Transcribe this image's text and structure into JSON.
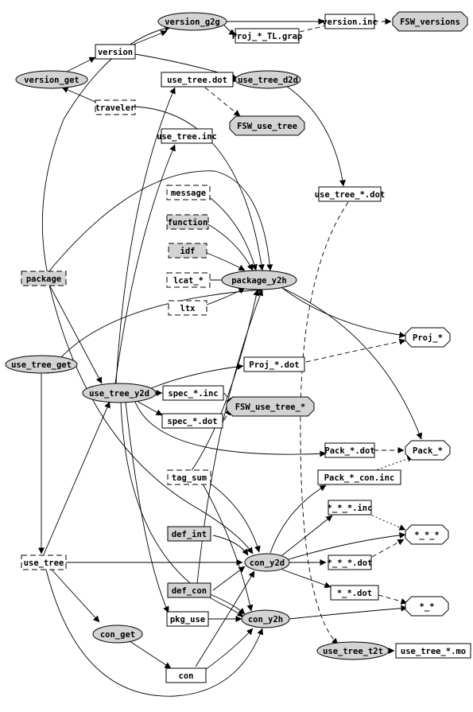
{
  "diagram": {
    "nodes": [
      {
        "id": "version_g2g",
        "label": "version_g2g",
        "shape": "ellipse"
      },
      {
        "id": "version_inc",
        "label": "version.inc",
        "shape": "box"
      },
      {
        "id": "fsw_versions",
        "label": "FSW_versions",
        "shape": "octagon-filled"
      },
      {
        "id": "proj_tl_grap",
        "label": "Proj_*_TL.grap",
        "shape": "box"
      },
      {
        "id": "version",
        "label": "version",
        "shape": "box"
      },
      {
        "id": "version_get",
        "label": "version_get",
        "shape": "ellipse"
      },
      {
        "id": "use_tree_dot",
        "label": "use_tree.dot",
        "shape": "box"
      },
      {
        "id": "use_tree_d2d",
        "label": "use_tree_d2d",
        "shape": "ellipse"
      },
      {
        "id": "traveler",
        "label": "traveler",
        "shape": "box-dashed"
      },
      {
        "id": "fsw_use_tree",
        "label": "FSW_use_tree",
        "shape": "octagon-filled"
      },
      {
        "id": "use_tree_inc",
        "label": "use_tree.inc",
        "shape": "box"
      },
      {
        "id": "use_tree_star_dot",
        "label": "use_tree_*.dot",
        "shape": "box"
      },
      {
        "id": "message",
        "label": "message",
        "shape": "box-dashed"
      },
      {
        "id": "function",
        "label": "function",
        "shape": "box-dashed-filled"
      },
      {
        "id": "idf",
        "label": "idf",
        "shape": "box-dashed-filled"
      },
      {
        "id": "lcat",
        "label": "lcat_*",
        "shape": "box-dashed"
      },
      {
        "id": "ltx",
        "label": "ltx",
        "shape": "box-dashed"
      },
      {
        "id": "package",
        "label": "package",
        "shape": "box-dashed-filled"
      },
      {
        "id": "package_y2h",
        "label": "package_y2h",
        "shape": "ellipse"
      },
      {
        "id": "proj_star",
        "label": "Proj_*",
        "shape": "octagon"
      },
      {
        "id": "proj_star_dot",
        "label": "Proj_*.dot",
        "shape": "box"
      },
      {
        "id": "use_tree_get",
        "label": "use_tree_get",
        "shape": "ellipse"
      },
      {
        "id": "use_tree_y2d",
        "label": "use_tree_y2d",
        "shape": "ellipse"
      },
      {
        "id": "spec_inc",
        "label": "spec_*.inc",
        "shape": "box"
      },
      {
        "id": "spec_dot",
        "label": "spec_*.dot",
        "shape": "box"
      },
      {
        "id": "fsw_use_tree_star",
        "label": "FSW_use_tree_*",
        "shape": "octagon-filled"
      },
      {
        "id": "pack_dot",
        "label": "Pack_*.dot",
        "shape": "box"
      },
      {
        "id": "pack_star",
        "label": "Pack_*",
        "shape": "octagon"
      },
      {
        "id": "pack_con_inc",
        "label": "Pack_*_con.inc",
        "shape": "box"
      },
      {
        "id": "tag_sum",
        "label": "tag_sum",
        "shape": "box-dashed"
      },
      {
        "id": "sss_inc",
        "label": "*_*_*.inc",
        "shape": "box"
      },
      {
        "id": "sss",
        "label": "*_*_*",
        "shape": "octagon"
      },
      {
        "id": "def_int",
        "label": "def_int",
        "shape": "box-filled"
      },
      {
        "id": "use_tree",
        "label": "use_tree",
        "shape": "box-dashed"
      },
      {
        "id": "con_y2d",
        "label": "con_y2d",
        "shape": "ellipse"
      },
      {
        "id": "sss_dot",
        "label": "*_*_*.dot",
        "shape": "box"
      },
      {
        "id": "def_con",
        "label": "def_con",
        "shape": "box-filled"
      },
      {
        "id": "ss_dot",
        "label": "*_*.dot",
        "shape": "box"
      },
      {
        "id": "ss",
        "label": "*_*",
        "shape": "octagon"
      },
      {
        "id": "pkg_use",
        "label": "pkg_use",
        "shape": "box"
      },
      {
        "id": "con_y2h",
        "label": "con_y2h",
        "shape": "ellipse"
      },
      {
        "id": "con_get",
        "label": "con_get",
        "shape": "ellipse"
      },
      {
        "id": "use_tree_t2t",
        "label": "use_tree_t2t",
        "shape": "ellipse"
      },
      {
        "id": "use_tree_mo",
        "label": "use_tree_*.mo",
        "shape": "box"
      },
      {
        "id": "con",
        "label": "con",
        "shape": "box"
      }
    ],
    "colors": {
      "fill": "#d3d3d3",
      "stroke": "#000000",
      "background": "#ffffff"
    }
  }
}
